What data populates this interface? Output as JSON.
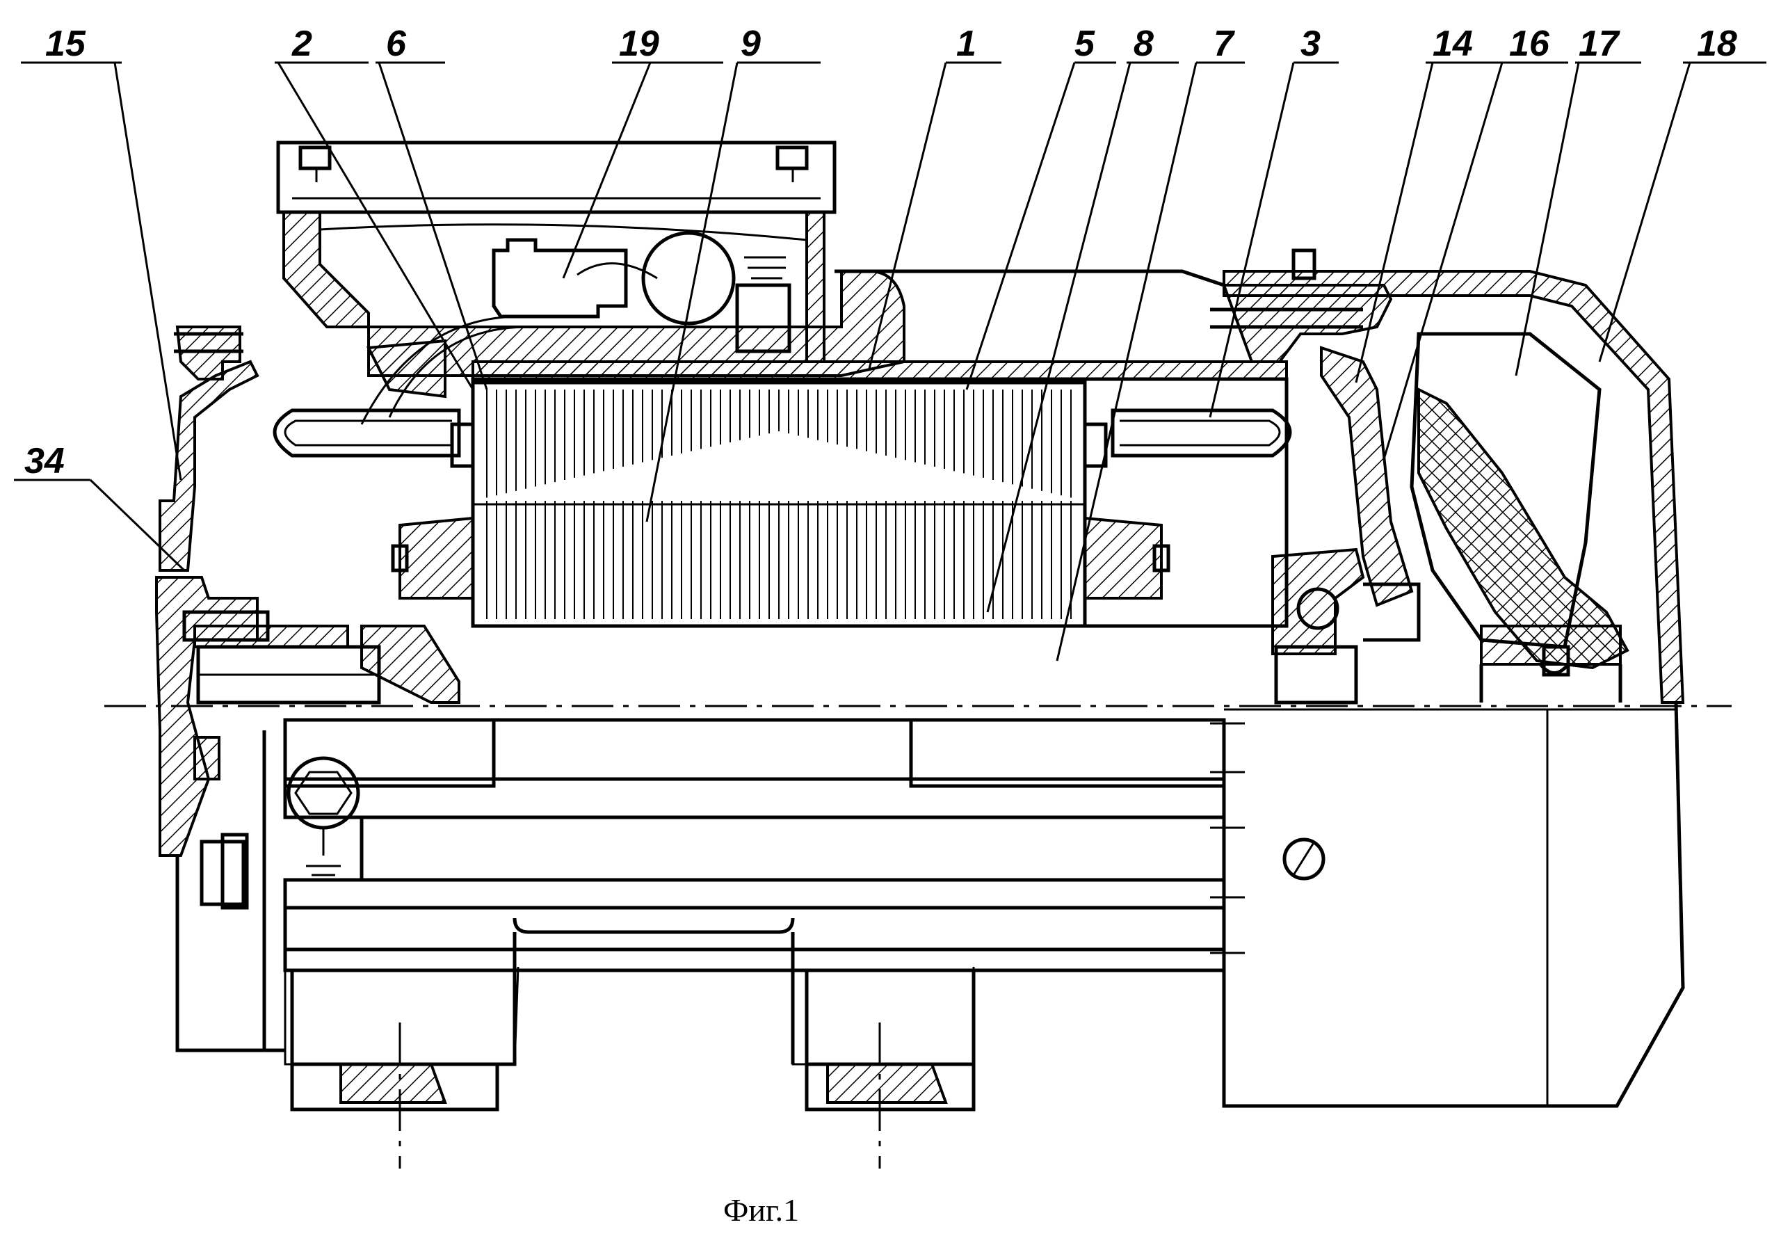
{
  "figure": {
    "caption": "Фиг.1",
    "part_labels": [
      "15",
      "2",
      "6",
      "19",
      "9",
      "1",
      "5",
      "8",
      "7",
      "3",
      "14",
      "16",
      "17",
      "18",
      "34"
    ]
  }
}
